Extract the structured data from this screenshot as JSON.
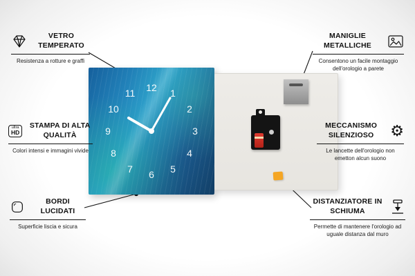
{
  "product": {
    "clock_numbers": [
      "1",
      "2",
      "3",
      "4",
      "5",
      "6",
      "7",
      "8",
      "9",
      "10",
      "11",
      "12"
    ]
  },
  "icons": {
    "gear_glyph": "⚙",
    "ultra_hd": {
      "top": "ultra",
      "bottom": "HD"
    }
  },
  "callouts": [
    {
      "id": "vetro-temperato",
      "title": "VETRO TEMPERATO",
      "subtitle": "Resistenza a rotture e graffi"
    },
    {
      "id": "stampa-alta-qualita",
      "title": "STAMPA DI ALTA QUALITÀ",
      "subtitle": "Colori intensi e immagini vivide"
    },
    {
      "id": "bordi-lucidati",
      "title": "BORDI LUCIDATI",
      "subtitle": "Superficie liscia e sicura"
    },
    {
      "id": "maniglie-metalliche",
      "title": "MANIGLIE METALLICHE",
      "subtitle": "Consentono un facile montaggio dell'orologio a parete"
    },
    {
      "id": "meccanismo-silenzioso",
      "title": "MECCANISMO SILENZIOSO",
      "subtitle": "Le lancette dell'orologio non emetton alcun suono"
    },
    {
      "id": "distanziatore-schiuma",
      "title": "DISTANZIATORE IN SCHIUMA",
      "subtitle": "Permette di mantenere l'orologio ad uguale distanza dal muro"
    }
  ],
  "colors": {
    "accent_blue": "#2b9ccf",
    "foam_orange": "#f5a623",
    "battery_red": "#d22e22",
    "line_black": "#141414"
  }
}
